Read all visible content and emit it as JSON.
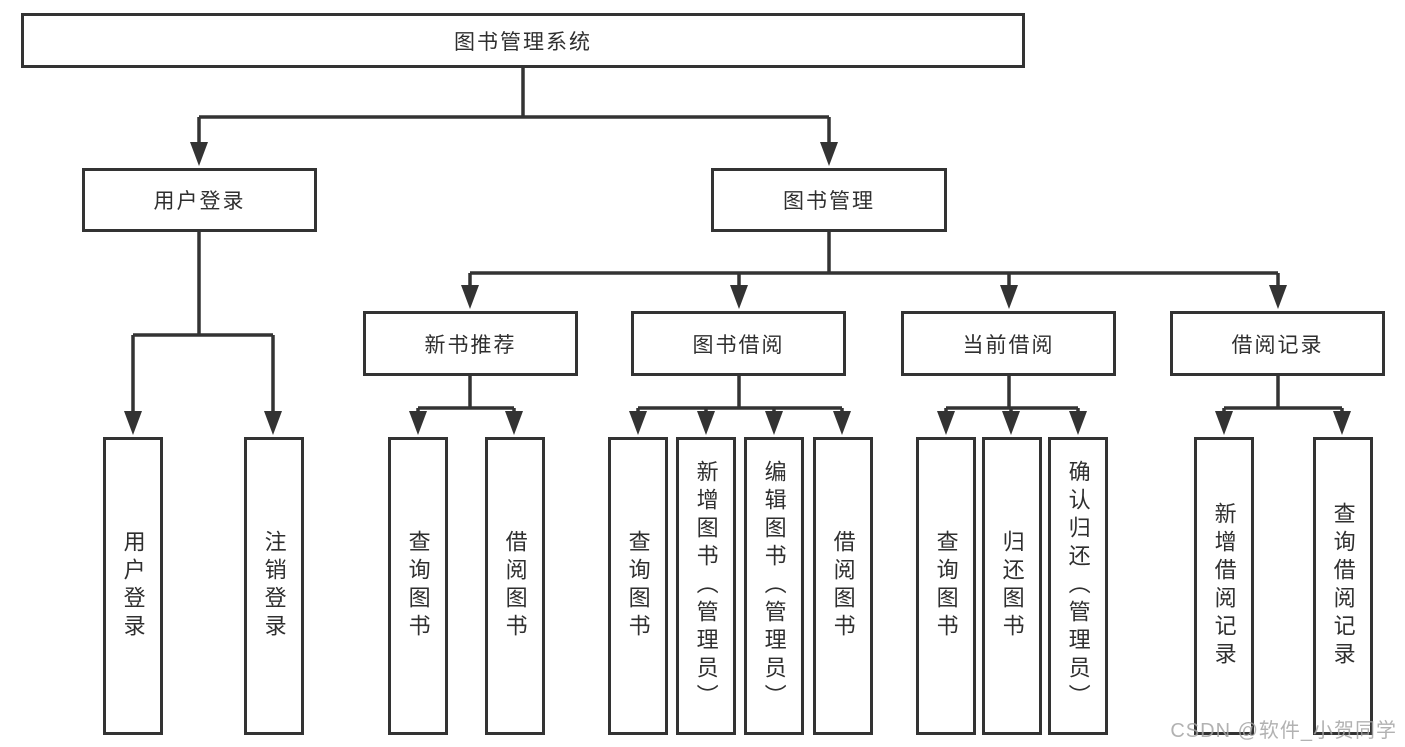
{
  "tree": {
    "root": {
      "label": "图书管理系统"
    },
    "branches": [
      {
        "label": "用户登录",
        "children": [
          {
            "label": "用户登录"
          },
          {
            "label": "注销登录"
          }
        ]
      },
      {
        "label": "图书管理",
        "children": [
          {
            "label": "新书推荐",
            "children": [
              {
                "label": "查询图书"
              },
              {
                "label": "借阅图书"
              }
            ]
          },
          {
            "label": "图书借阅",
            "children": [
              {
                "label": "查询图书"
              },
              {
                "label": "新增图书（管理员）"
              },
              {
                "label": "编辑图书（管理员）"
              },
              {
                "label": "借阅图书"
              }
            ]
          },
          {
            "label": "当前借阅",
            "children": [
              {
                "label": "查询图书"
              },
              {
                "label": "归还图书"
              },
              {
                "label": "确认归还（管理员）"
              }
            ]
          },
          {
            "label": "借阅记录",
            "children": [
              {
                "label": "新增借阅记录"
              },
              {
                "label": "查询借阅记录"
              }
            ]
          }
        ]
      }
    ]
  },
  "watermark": {
    "text": "CSDN @软件_小贺同学"
  },
  "colors": {
    "line": "#333333",
    "box_border": "#333333",
    "text": "#2f2f2f",
    "background": "#ffffff",
    "watermark": "#a5a5a5"
  }
}
